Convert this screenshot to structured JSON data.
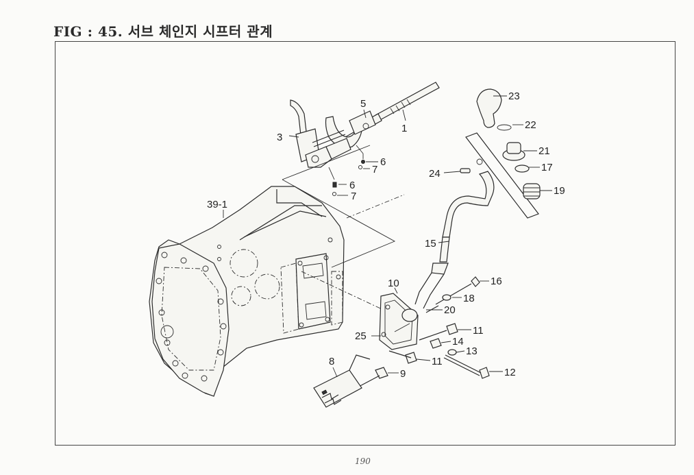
{
  "figure": {
    "title": "FIG : 45. 서브 체인지 시프터 관계",
    "page_number": "190"
  },
  "callouts": [
    {
      "id": "c1",
      "text": "1"
    },
    {
      "id": "c3",
      "text": "3"
    },
    {
      "id": "c5",
      "text": "5"
    },
    {
      "id": "c6a",
      "text": "6"
    },
    {
      "id": "c7a",
      "text": "7"
    },
    {
      "id": "c6b",
      "text": "6"
    },
    {
      "id": "c7b",
      "text": "7"
    },
    {
      "id": "c39",
      "text": "39-1"
    },
    {
      "id": "c23",
      "text": "23"
    },
    {
      "id": "c22",
      "text": "22"
    },
    {
      "id": "c21",
      "text": "21"
    },
    {
      "id": "c17",
      "text": "17"
    },
    {
      "id": "c19",
      "text": "19"
    },
    {
      "id": "c24",
      "text": "24"
    },
    {
      "id": "c15",
      "text": "15"
    },
    {
      "id": "c16",
      "text": "16"
    },
    {
      "id": "c18",
      "text": "18"
    },
    {
      "id": "c10",
      "text": "10"
    },
    {
      "id": "c20",
      "text": "20"
    },
    {
      "id": "c11a",
      "text": "11"
    },
    {
      "id": "c14",
      "text": "14"
    },
    {
      "id": "c25",
      "text": "25"
    },
    {
      "id": "c13",
      "text": "13"
    },
    {
      "id": "c11b",
      "text": "11"
    },
    {
      "id": "c8",
      "text": "8"
    },
    {
      "id": "c9",
      "text": "9"
    },
    {
      "id": "c12",
      "text": "12"
    }
  ]
}
